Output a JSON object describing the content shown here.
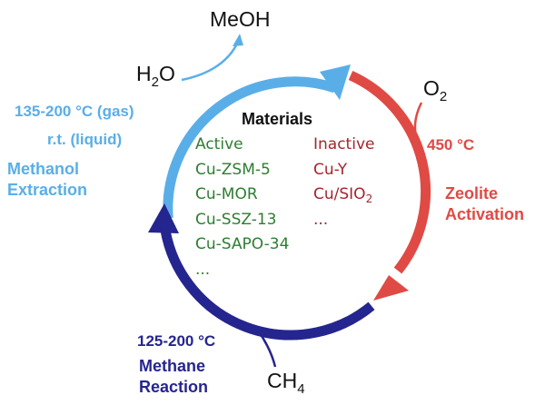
{
  "colors": {
    "extraction": "#5aaee8",
    "activation": "#e04a44",
    "reaction": "#25258f",
    "active_text": "#2e7d32",
    "inactive_text": "#a3262c",
    "dark_text": "#111111"
  },
  "species": {
    "meoh": "MeOH",
    "h2o_base": "H",
    "h2o_sub": "2",
    "h2o_tail": "O",
    "o2_base": "O",
    "o2_sub": "2",
    "ch4_base": "CH",
    "ch4_sub": "4"
  },
  "steps": {
    "extraction": {
      "cond_gas": "135-200 °C (gas)",
      "cond_liquid": "r.t. (liquid)",
      "title_line1": "Methanol",
      "title_line2": "Extraction"
    },
    "activation": {
      "cond": "450 °C",
      "title_line1": "Zeolite",
      "title_line2": "Activation"
    },
    "reaction": {
      "cond": "125-200 °C",
      "title_line1": "Methane",
      "title_line2": "Reaction"
    }
  },
  "materials": {
    "title": "Materials",
    "active_header": "Active",
    "active": [
      "Cu-ZSM-5",
      "Cu-MOR",
      "Cu-SSZ-13",
      "Cu-SAPO-34",
      "..."
    ],
    "inactive_header": "Inactive",
    "inactive_1": "Cu-Y",
    "inactive_2_base": "Cu/SIO",
    "inactive_2_sub": "2",
    "inactive_3": "..."
  }
}
